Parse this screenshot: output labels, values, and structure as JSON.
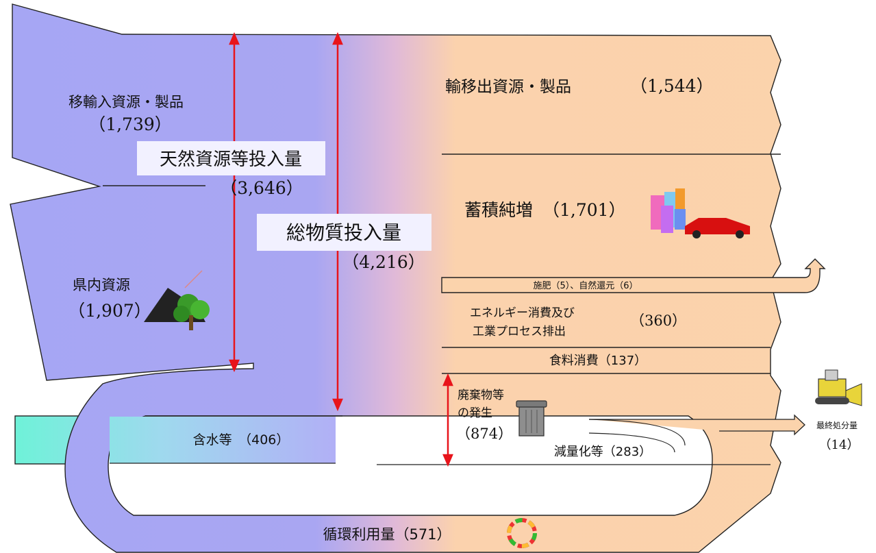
{
  "inputs": {
    "imported": {
      "label": "移輸入資源・製品",
      "value": "（1,739）"
    },
    "domestic": {
      "label": "県内資源",
      "value": "（1,907）"
    },
    "natural_input": {
      "label": "天然資源等投入量",
      "value": "（3,646）"
    },
    "total_input": {
      "label": "総物質投入量",
      "value": "（4,216）"
    }
  },
  "outputs": {
    "exported": {
      "label": "輸移出資源・製品",
      "value": "（1,544）"
    },
    "accumulation": {
      "label": "蓄積純増",
      "value": "（1,701）"
    },
    "fertilizer": {
      "text": "施肥（5）、自然還元（6）"
    },
    "energy": {
      "line1": "エネルギー消費及び",
      "line2": "工業プロセス排出",
      "value": "（360）"
    },
    "food": {
      "text": "食料消費（137）"
    },
    "waste": {
      "line1": "廃棄物等",
      "line2": "の発生",
      "value": "（874）"
    },
    "reduction": {
      "text": "減量化等（283）"
    },
    "landfill": {
      "label": "最終処分量",
      "value": "（14）"
    },
    "water": {
      "text": "含水等　（406）"
    },
    "recycling": {
      "text": "循環利用量（571）"
    }
  },
  "colors": {
    "input_blue": "#a9a9f5",
    "output_peach": "#fbd3ac",
    "water_teal": "#6ef2d8",
    "arrow_red": "#e8141b"
  }
}
